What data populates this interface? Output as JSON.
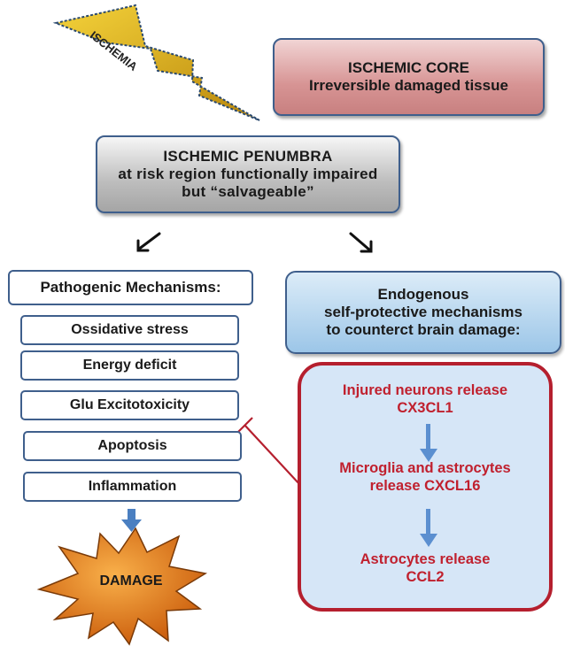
{
  "lightning": {
    "label": "ISCHEMIA"
  },
  "core": {
    "line1": "ISCHEMIC CORE",
    "line2": "Irreversible damaged tissue"
  },
  "penumbra": {
    "line1": "ISCHEMIC  PENUMBRA",
    "line2": "at risk region functionally impaired",
    "line3": "but “salvageable”"
  },
  "pathogenic": {
    "header": "Pathogenic  Mechanisms:",
    "items": [
      "Ossidative stress",
      "Energy deficit",
      "Glu Excitotoxicity",
      "Apoptosis",
      "Inflammation"
    ]
  },
  "damage": {
    "label": "DAMAGE"
  },
  "endogenous": {
    "line1": "Endogenous",
    "line2": "self-protective mechanisms",
    "line3": "to counterct brain damage:"
  },
  "protective": {
    "step1": {
      "line1": "Injured neurons release",
      "line2": "CX3CL1"
    },
    "step2": {
      "line1": "Microglia and astrocytes",
      "line2": "release CXCL16"
    },
    "step3": {
      "line1": "Astrocytes release",
      "line2": "CCL2"
    }
  },
  "colors": {
    "inhibition": "#b51f2e",
    "arrow_blue": "#5b8fd0",
    "lightning": "#e0b010",
    "star": "#e57b10"
  }
}
